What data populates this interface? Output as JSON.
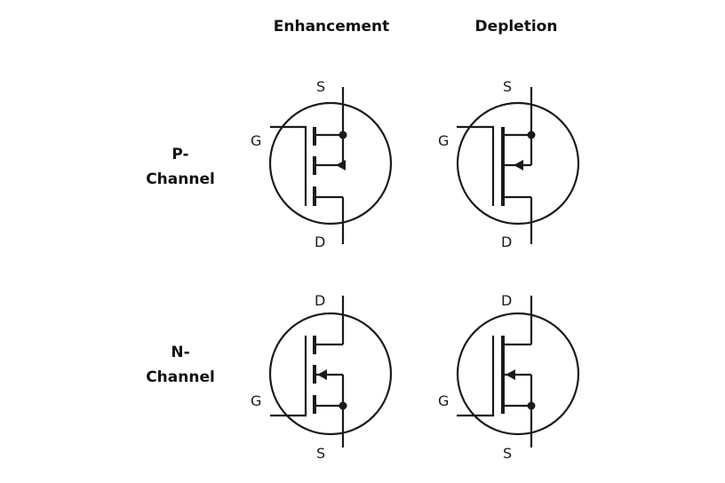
{
  "columns": {
    "enhancement": "Enhancement",
    "depletion": "Depletion"
  },
  "rows": {
    "p_channel": {
      "line1": "P-",
      "line2": "Channel"
    },
    "n_channel": {
      "line1": "N-",
      "line2": "Channel"
    }
  },
  "pins": {
    "gate": "G",
    "source": "S",
    "drain": "D"
  },
  "symbols": [
    {
      "id": "p-enhancement",
      "channel": "P",
      "mode": "Enhancement",
      "top_pin": "S",
      "bottom_pin": "D",
      "arrow": "outward"
    },
    {
      "id": "p-depletion",
      "channel": "P",
      "mode": "Depletion",
      "top_pin": "S",
      "bottom_pin": "D",
      "arrow": "outward"
    },
    {
      "id": "n-enhancement",
      "channel": "N",
      "mode": "Enhancement",
      "top_pin": "D",
      "bottom_pin": "S",
      "arrow": "inward"
    },
    {
      "id": "n-depletion",
      "channel": "N",
      "mode": "Depletion",
      "top_pin": "D",
      "bottom_pin": "S",
      "arrow": "inward"
    }
  ],
  "colors": {
    "ink": "#1a1a1a",
    "background": "#ffffff"
  }
}
